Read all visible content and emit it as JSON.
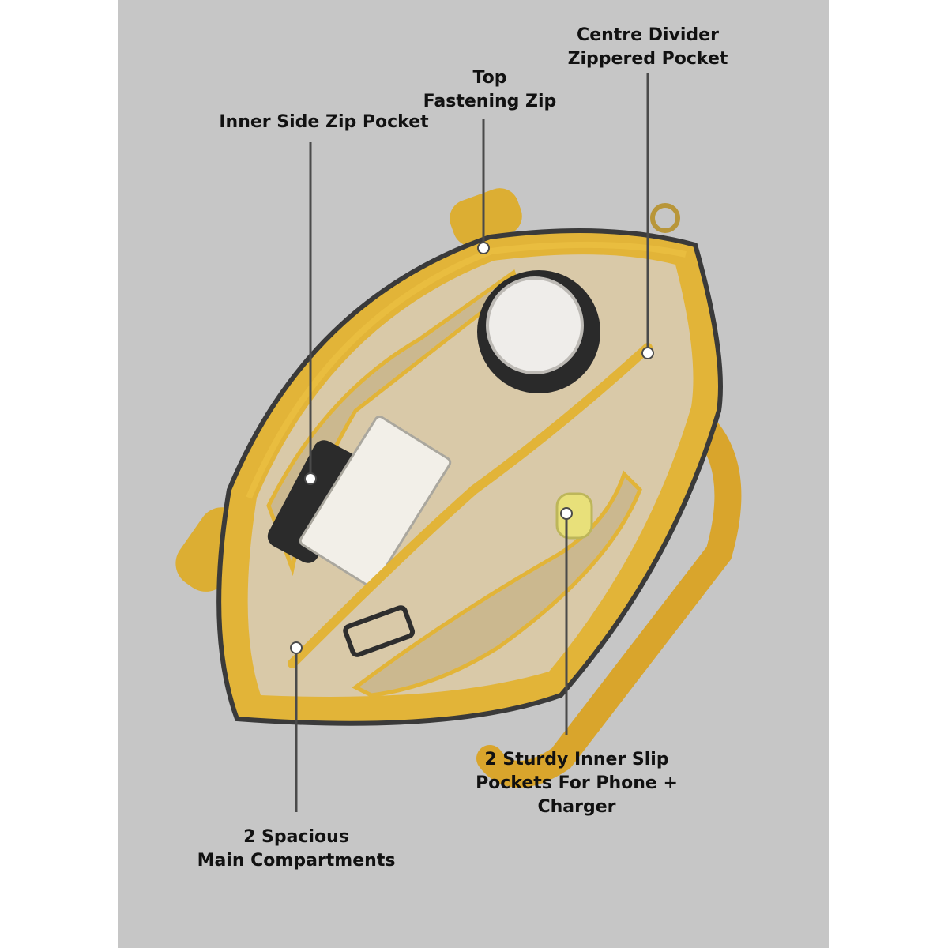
{
  "colors": {
    "background": "#c6c6c6",
    "bag_yellow": "#e4b83a",
    "bag_lining": "#d9c9a8",
    "leader_line": "#4a4a4a"
  },
  "annotations": {
    "centre_divider": {
      "lines": [
        "Centre Divider",
        "Zippered Pocket"
      ]
    },
    "top_zip": {
      "lines": [
        "Top",
        "Fastening Zip"
      ]
    },
    "inner_side_zip": {
      "lines": [
        "Inner Side Zip Pocket"
      ]
    },
    "slip_pockets": {
      "lines": [
        "2 Sturdy Inner Slip",
        "Pockets For Phone +",
        "Charger"
      ]
    },
    "main_compartments": {
      "lines": [
        "2 Spacious",
        "Main Compartments"
      ]
    }
  }
}
